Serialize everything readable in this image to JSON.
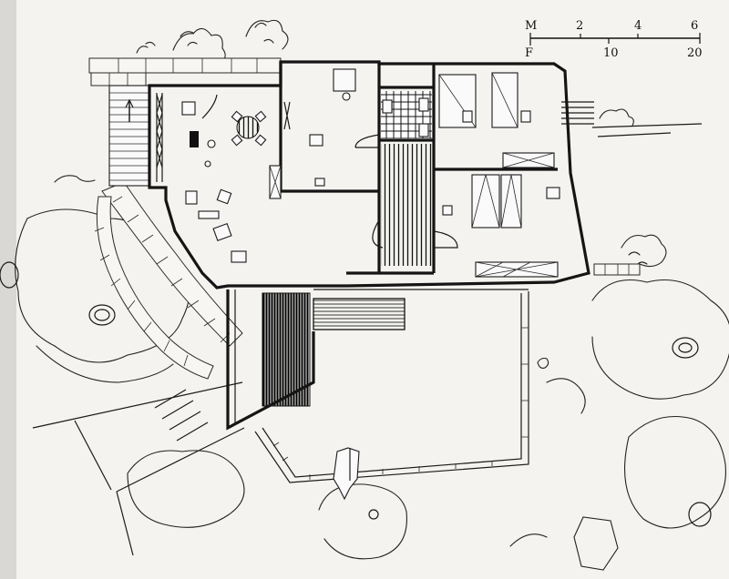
{
  "scale_bar": {
    "top_unit": "M",
    "top_labels": [
      "2",
      "4",
      "6"
    ],
    "bottom_unit": "F",
    "bottom_labels": [
      "10",
      "20"
    ]
  }
}
